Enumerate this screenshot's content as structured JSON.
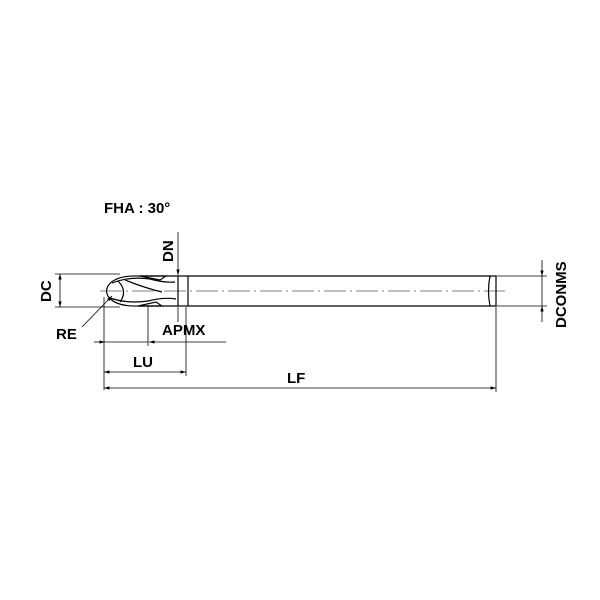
{
  "drawing": {
    "angle_label": "FHA : 30°",
    "dims": {
      "dc": "DC",
      "dn": "DN",
      "re": "RE",
      "apmx": "APMX",
      "lu": "LU",
      "lf": "LF",
      "dconms": "DCONMS"
    }
  }
}
